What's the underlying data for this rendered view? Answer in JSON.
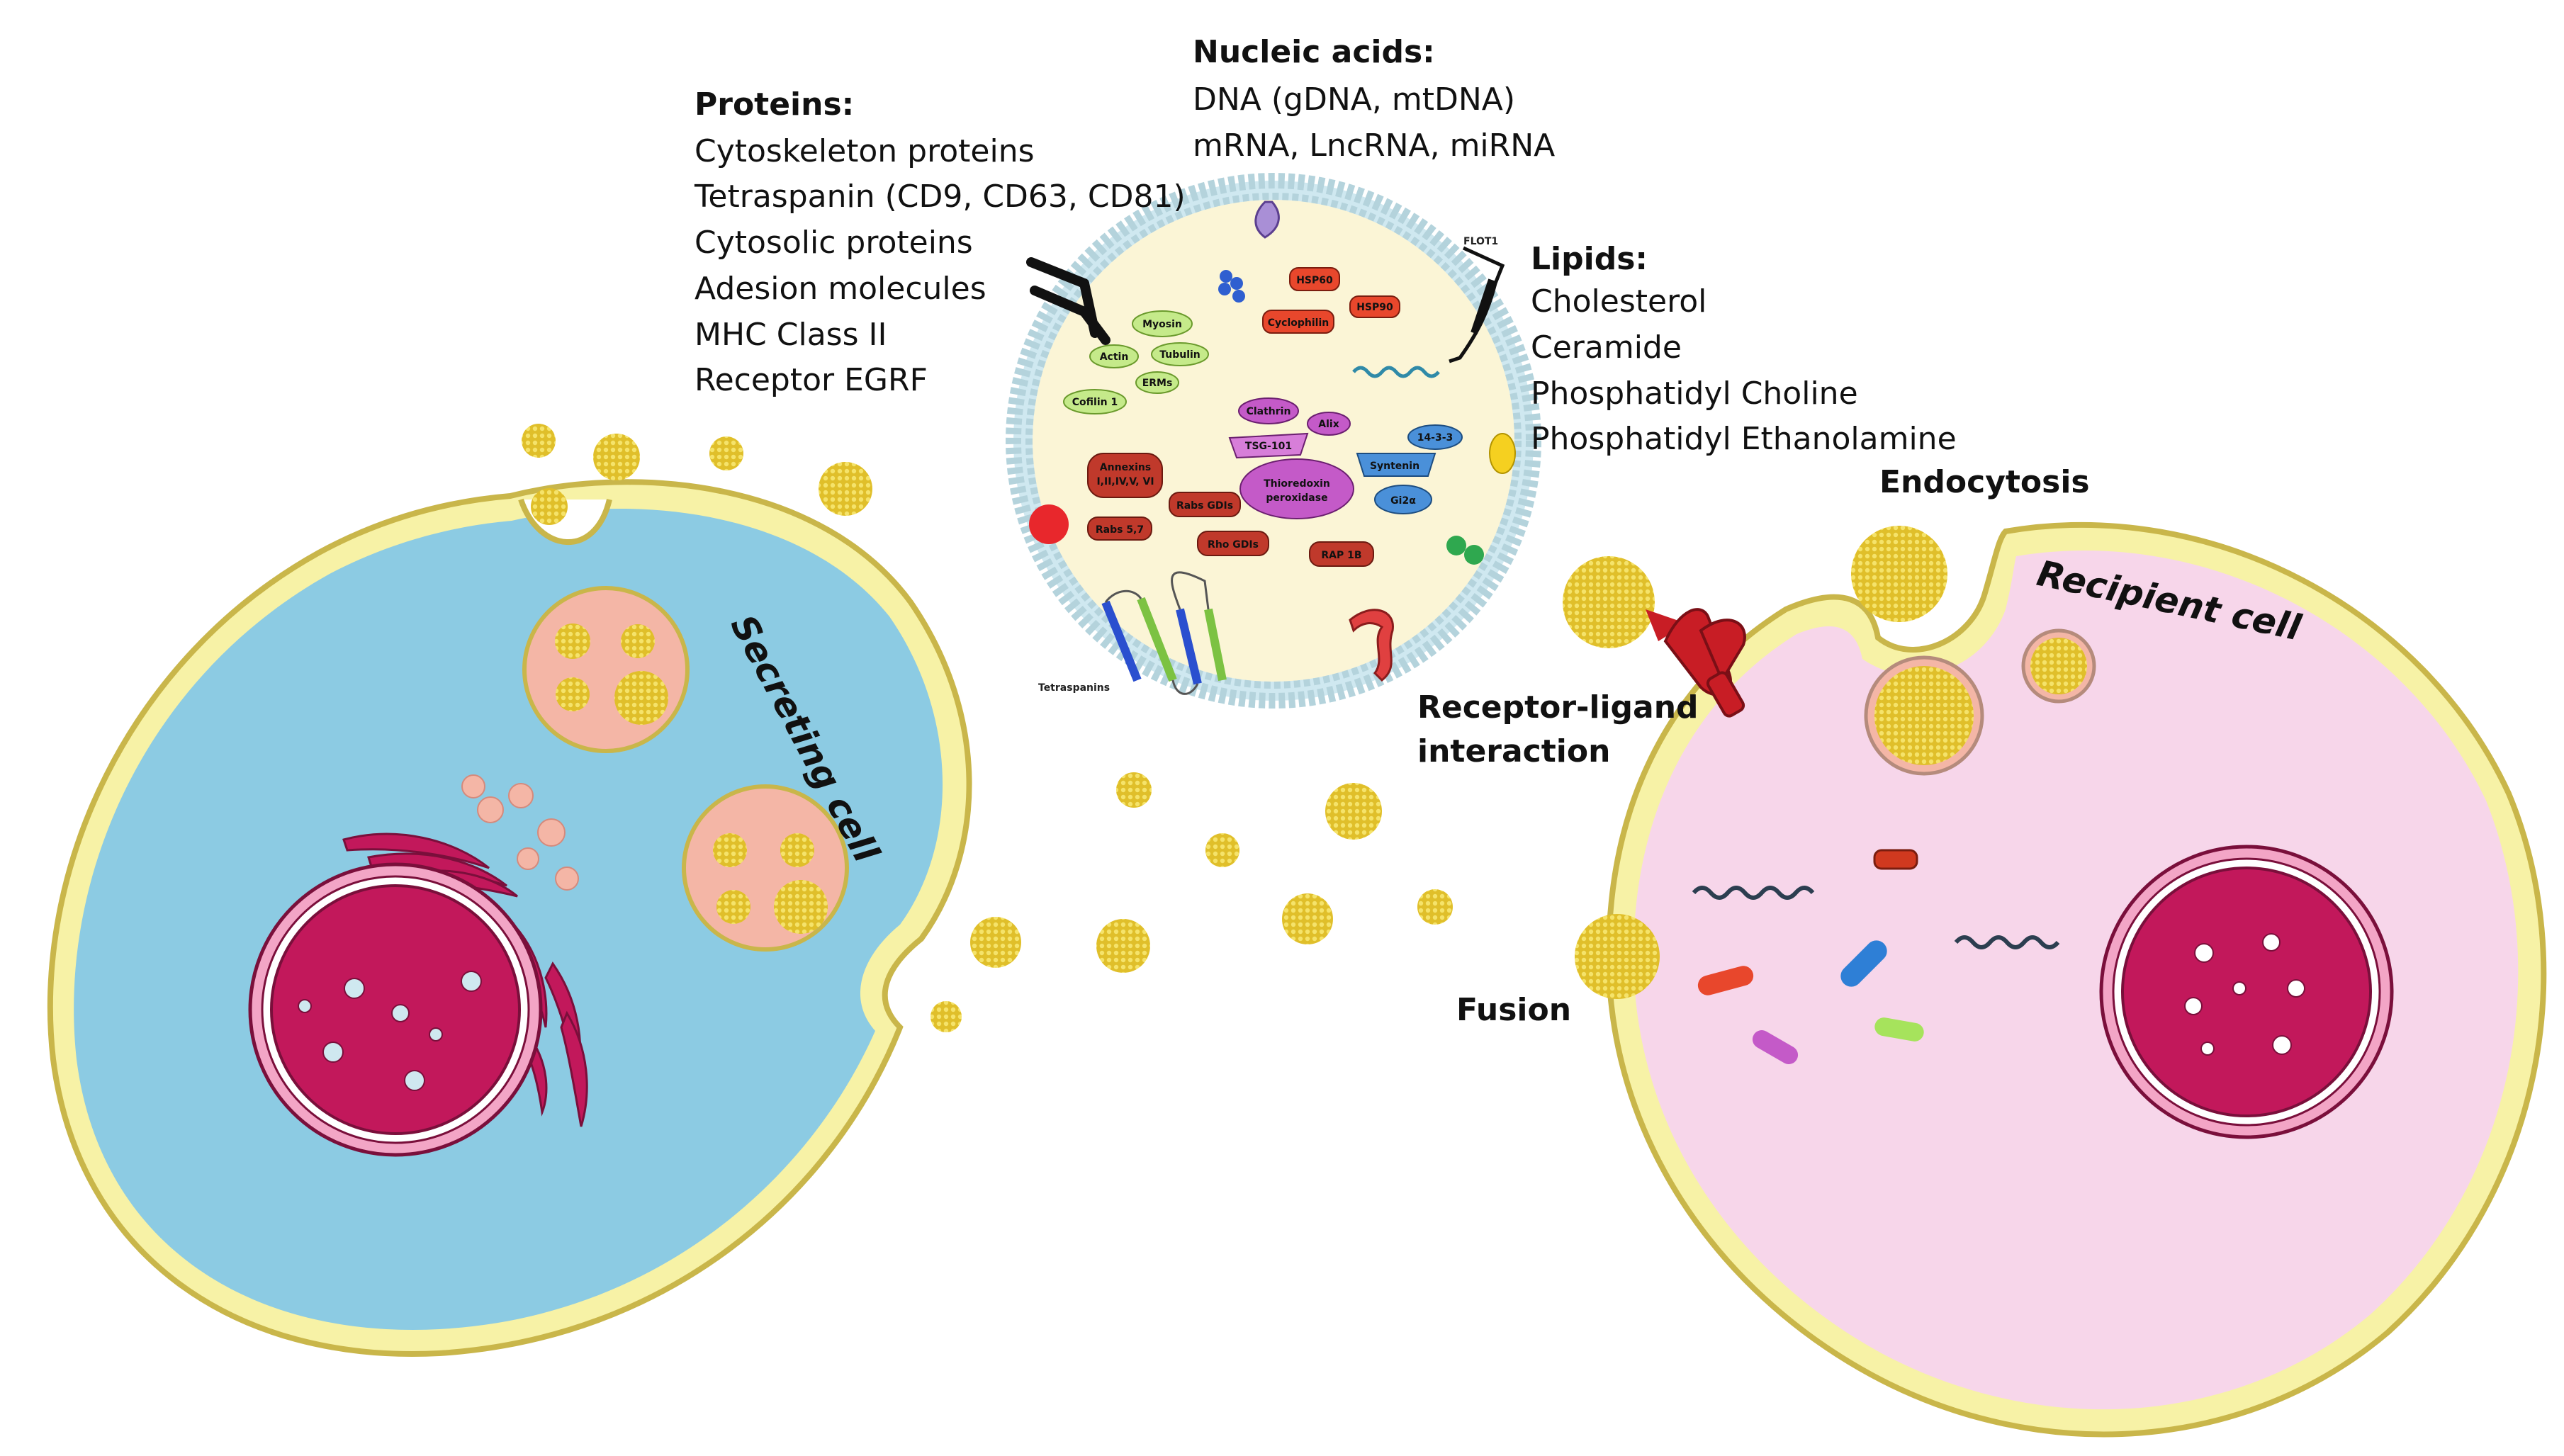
{
  "proteins": {
    "heading": "Proteins:",
    "items": [
      "Cytoskeleton proteins",
      "Tetraspanin (CD9, CD63, CD81)",
      "Cytosolic proteins",
      "Adesion molecules",
      "MHC Class II",
      "Receptor EGRF"
    ]
  },
  "nucleic_acids": {
    "heading": "Nucleic acids:",
    "items": [
      "DNA (gDNA, mtDNA)",
      "mRNA, LncRNA, miRNA"
    ]
  },
  "lipids": {
    "heading": "Lipids:",
    "items": [
      "Cholesterol",
      "Ceramide",
      "Phosphatidyl Choline",
      "Phosphatidyl Ethanolamine"
    ]
  },
  "labels": {
    "flot1": "FLOT1",
    "tetraspanins": "Tetraspanins",
    "endocytosis": "Endocytosis",
    "receptor_ligand_1": "Receptor-ligand",
    "receptor_ligand_2": "interaction",
    "fusion": "Fusion",
    "secreting_cell": "Secreting cell",
    "recipient_cell": "Recipient cell"
  },
  "cargo": {
    "myosin": "Myosin",
    "actin": "Actin",
    "tubulin": "Tubulin",
    "ermss": "ERMs",
    "cofilin": "Cofilin 1",
    "hsp60": "HSP60",
    "hsp90": "HSP90",
    "cyclophilin": "Cyclophilin",
    "clathrin": "Clathrin",
    "alix": "Alix",
    "tsg101": "TSG-101",
    "annexins_1": "Annexins",
    "annexins_2": "I,II,IV,V, VI",
    "rabs_gdis": "Rabs GDIs",
    "rabs57": "Rabs 5,7",
    "rho_gdis": "Rho GDIs",
    "thioredoxin_1": "Thioredoxin",
    "thioredoxin_2": "peroxidase",
    "rap1b": "RAP 1B",
    "p1433": "14-3-3",
    "syntenin": "Syntenin",
    "gi2a": "Gi2α"
  },
  "colors": {
    "secreting_cytoplasm": "#8ccbe3",
    "recipient_cytoplasm": "#f7d6ea",
    "membrane": "#f7f2a6",
    "membrane_edge": "#c9b64a",
    "nucleus": "#c2185b",
    "exosome": "#e2c233",
    "mvb": "#f4b6a6"
  }
}
